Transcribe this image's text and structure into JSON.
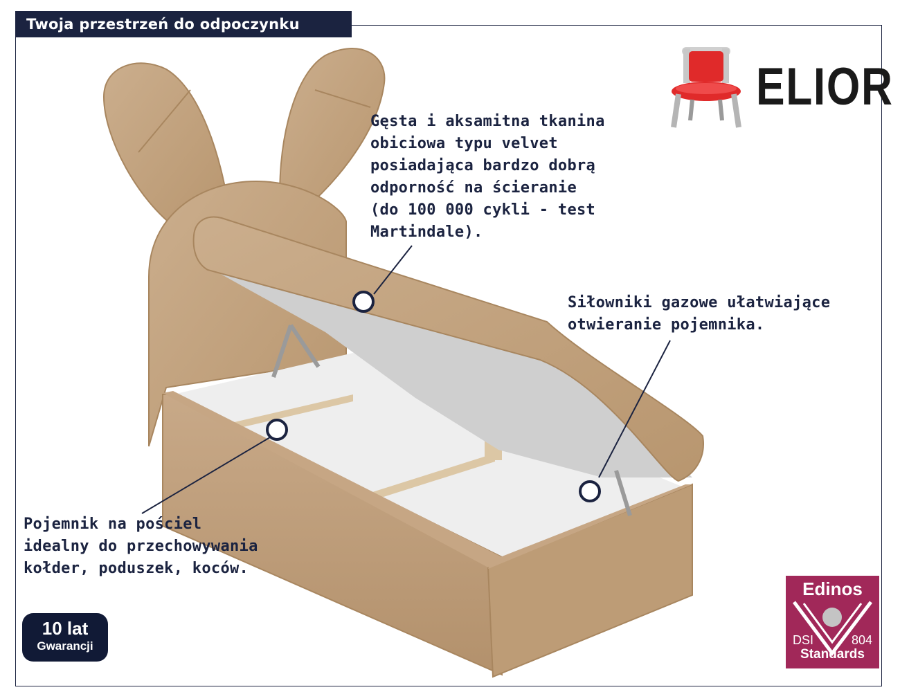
{
  "header": {
    "title": "Twoja przestrzeń do odpoczynku"
  },
  "brand": {
    "name": "ELIOR",
    "logo_icon": "red-chair-icon"
  },
  "callouts": {
    "fabric": [
      "Gęsta i aksamitna tkanina",
      "obiciowa typu velvet",
      "posiadająca bardzo dobrą",
      "odporność na ścieranie",
      "(do 100 000 cykli - test",
      "Martindale)."
    ],
    "gas_lifts": [
      "Siłowniki gazowe ułatwiające",
      "otwieranie pojemnika."
    ],
    "storage": [
      "Pojemnik na pościel",
      "idealny do przechowywania",
      "kołder, poduszek, koców."
    ]
  },
  "warranty": {
    "line1": "10 lat",
    "line2": "Gwarancji"
  },
  "certificate": {
    "name": "Edinos",
    "code_left": "DSI",
    "code_right": "804",
    "footer": "Standards"
  },
  "colors": {
    "navy": "#1b2340",
    "velvet": "#c4a583",
    "cert": "#a12859",
    "chair_red": "#e02a2a"
  }
}
